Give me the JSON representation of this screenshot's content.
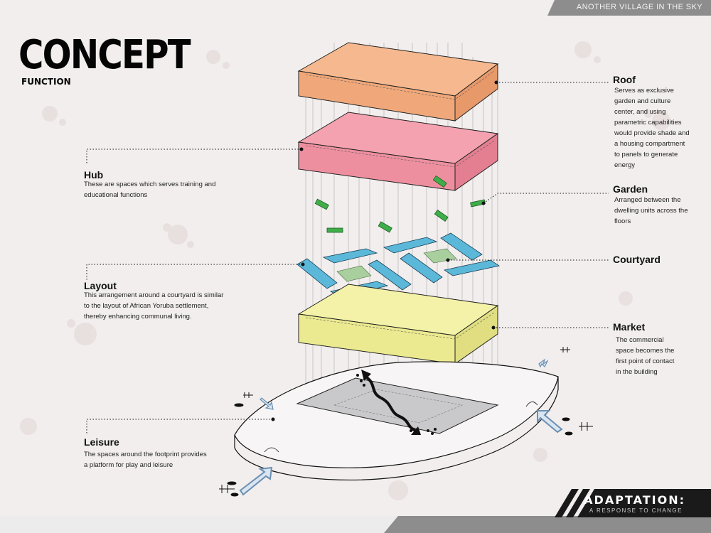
{
  "header": {
    "banner_text": "ANOTHER VILLAGE IN THE SKY"
  },
  "title": "CONCEPT",
  "subtitle": "FUNCTION",
  "labels": {
    "roof": {
      "title": "Roof",
      "desc": [
        "Serves as exclusive",
        "garden and culture",
        "center, and using",
        "parametric capabilities",
        "would provide shade and",
        "a housing compartment",
        "to panels to generate",
        "energy"
      ]
    },
    "garden": {
      "title": "Garden",
      "desc": [
        "Arranged between the",
        "dwelling units across the",
        "floors"
      ]
    },
    "courtyard": {
      "title": "Courtyard"
    },
    "market": {
      "title": "Market",
      "desc": [
        "The commercial",
        "space becomes the",
        "first point of contact",
        "in the building"
      ]
    },
    "hub": {
      "title": "Hub",
      "desc": [
        "These are spaces which serves training and",
        "educational functions"
      ]
    },
    "layout": {
      "title": "Layout",
      "desc": [
        "This arrangement around a courtyard is similar",
        "to the layout of African Yoruba settlement,",
        "thereby enhancing communal living."
      ]
    },
    "leisure": {
      "title": "Leisure",
      "desc": [
        "The spaces around the footprint provides",
        "a platform for play and leisure"
      ]
    }
  },
  "footer": {
    "brand": "ADAPTATION:",
    "tagline": "A RESPONSE TO CHANGE"
  },
  "colors": {
    "roof": "#f6b98f",
    "hub": "#f4a2b0",
    "market": "#f3f2a8",
    "layout": "#5cb8d8",
    "garden": "#3fae4a",
    "courtyard": "#a9cf9e",
    "banner": "#8d8d8d"
  }
}
